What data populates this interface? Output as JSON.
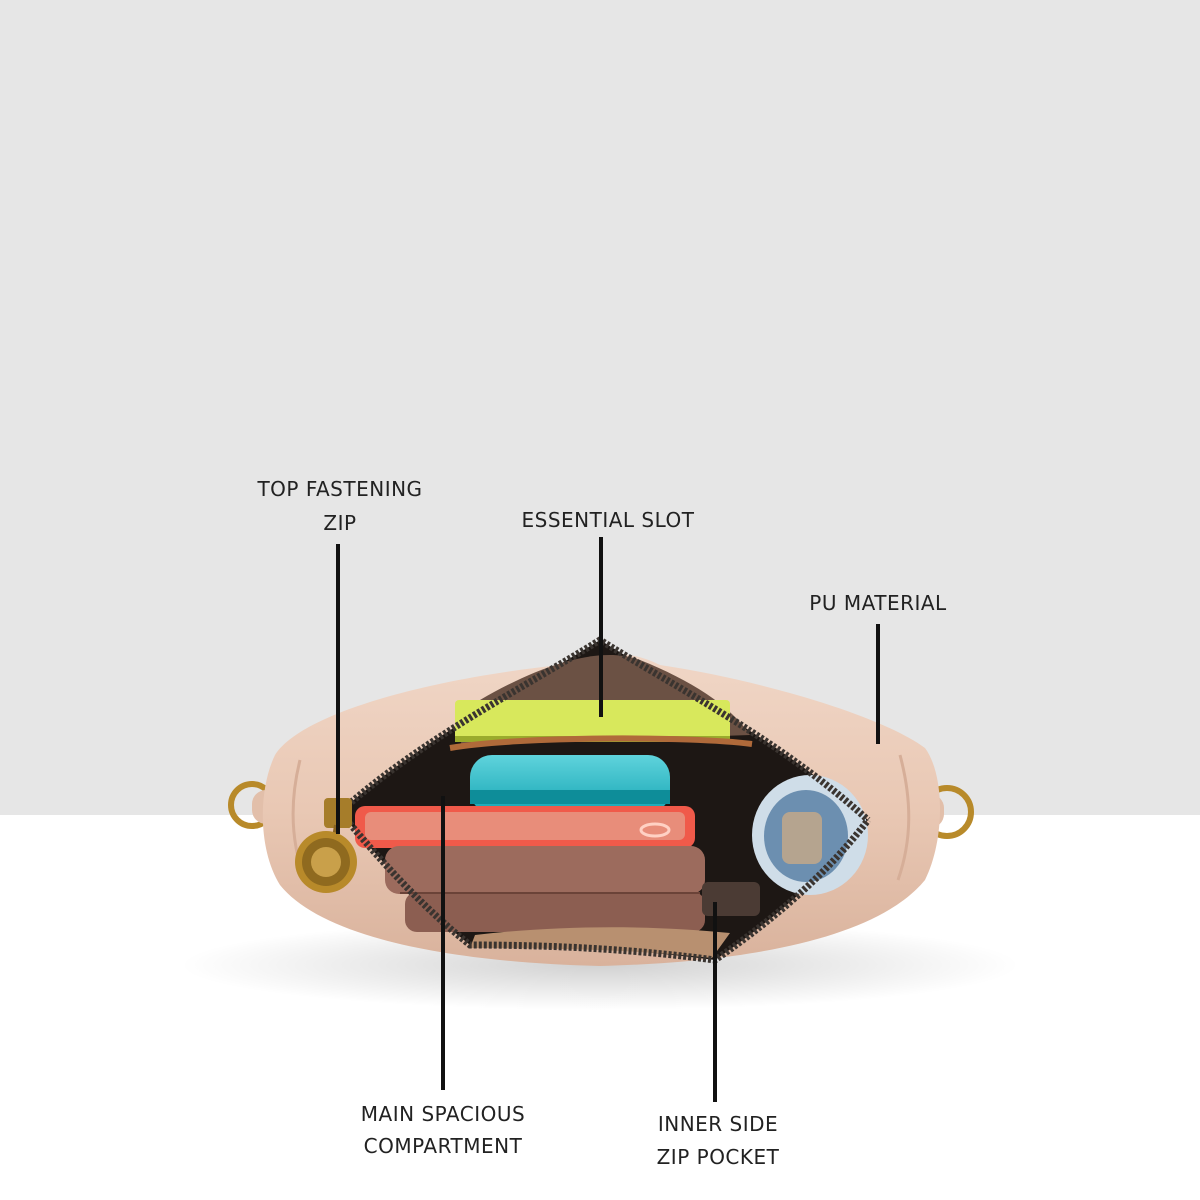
{
  "colors": {
    "backdrop_top": "#e6e6e6",
    "backdrop_bottom": "#ffffff",
    "bag_pink": "#e9c8b4",
    "bag_interior": "#1d1714",
    "zip_teeth": "#3a3430",
    "hardware_gold": "#b88a2a",
    "label_text": "#222222",
    "leader_line": "#111111"
  },
  "labels": {
    "top_fastening_zip": [
      "TOP FASTENING",
      "ZIP"
    ],
    "essential_slot": "ESSENTIAL SLOT",
    "pu_material": "PU MATERIAL",
    "main_compartment": [
      "MAIN SPACIOUS",
      "COMPARTMENT"
    ],
    "inner_side_zip_pocket": [
      "INNER SIDE",
      "ZIP POCKET"
    ]
  },
  "icons": {
    "zip_pull": "zip-pull-medallion",
    "side_rings": "d-ring-icon"
  }
}
